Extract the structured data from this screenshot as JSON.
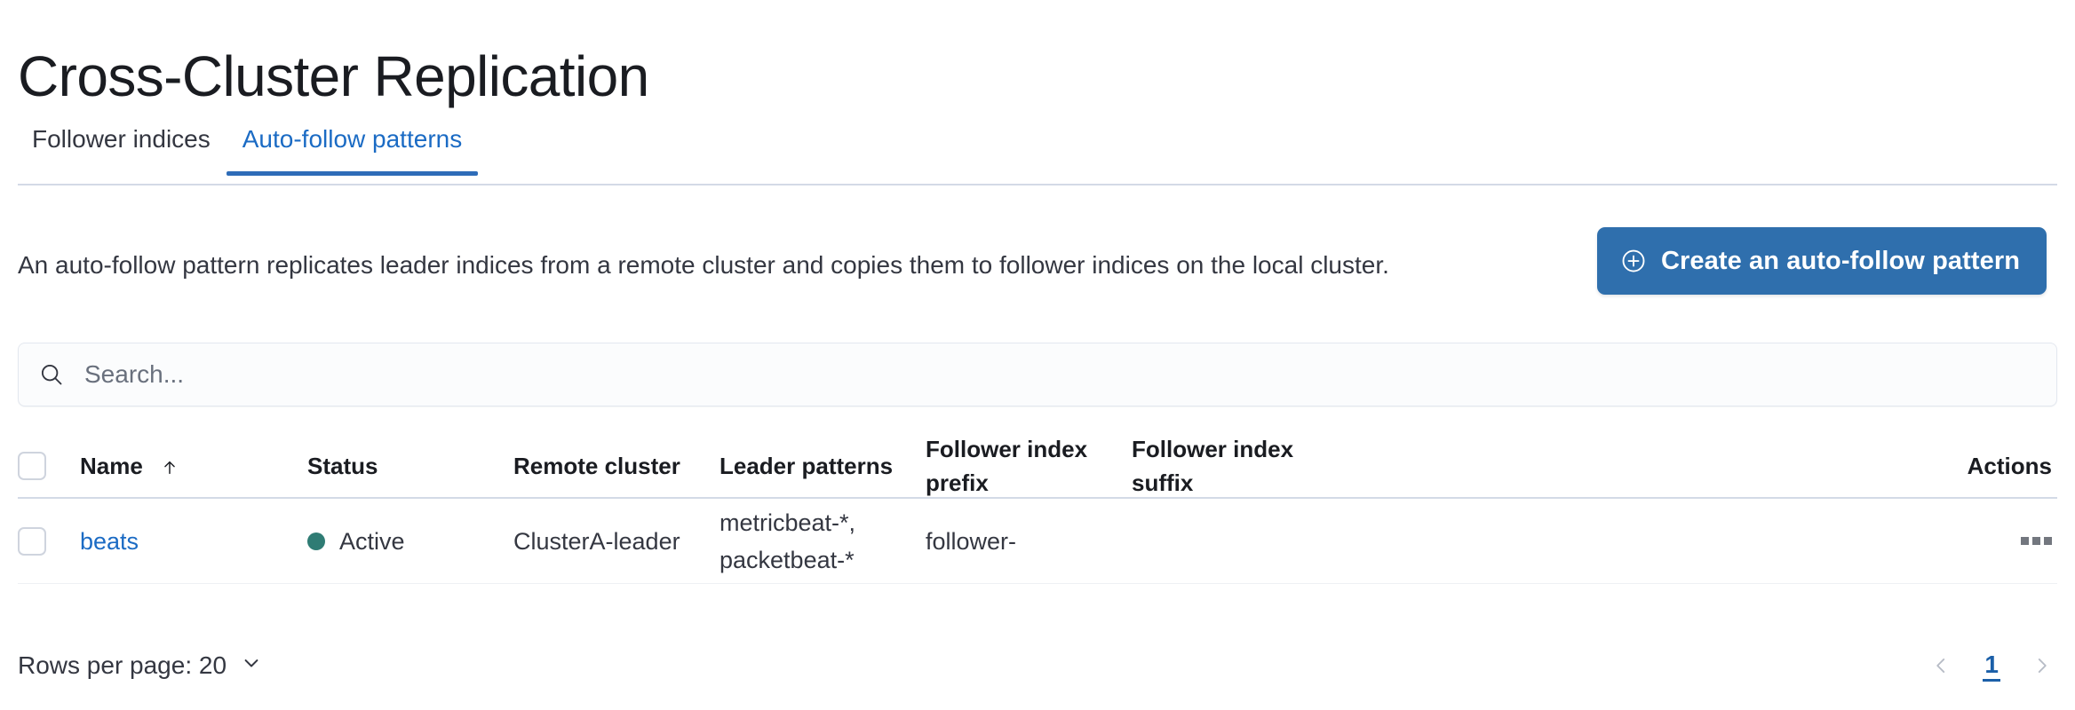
{
  "page": {
    "title": "Cross-Cluster Replication"
  },
  "tabs": [
    {
      "label": "Follower indices",
      "active": false
    },
    {
      "label": "Auto-follow patterns",
      "active": true
    }
  ],
  "description": "An auto-follow pattern replicates leader indices from a remote cluster and copies them to follower indices on the local cluster.",
  "cta": {
    "label": "Create an auto-follow pattern",
    "icon": "plus-in-circle-icon",
    "color": "#2f6fad"
  },
  "search": {
    "placeholder": "Search...",
    "value": "",
    "icon": "search-icon"
  },
  "table": {
    "columns": [
      "Name",
      "Status",
      "Remote cluster",
      "Leader patterns",
      "Follower index prefix",
      "Follower index suffix",
      "Actions"
    ],
    "sort": {
      "column": "Name",
      "direction": "ascending",
      "icon": "arrow-up-icon"
    },
    "rows": [
      {
        "selected": false,
        "name": "beats",
        "status": "Active",
        "status_color": "#2f7c74",
        "remote_cluster": "ClusterA-leader",
        "leader_patterns": "metricbeat-*,\npacketbeat-*",
        "follower_index_prefix": "follower-",
        "follower_index_suffix": "",
        "actions_icon": "more-actions-icon"
      }
    ]
  },
  "footer": {
    "rows_per_page_label": "Rows per page: 20",
    "rows_per_page_value": "20",
    "pagination": {
      "prev_icon": "chevron-left-icon",
      "next_icon": "chevron-right-icon",
      "current_page": "1"
    }
  }
}
